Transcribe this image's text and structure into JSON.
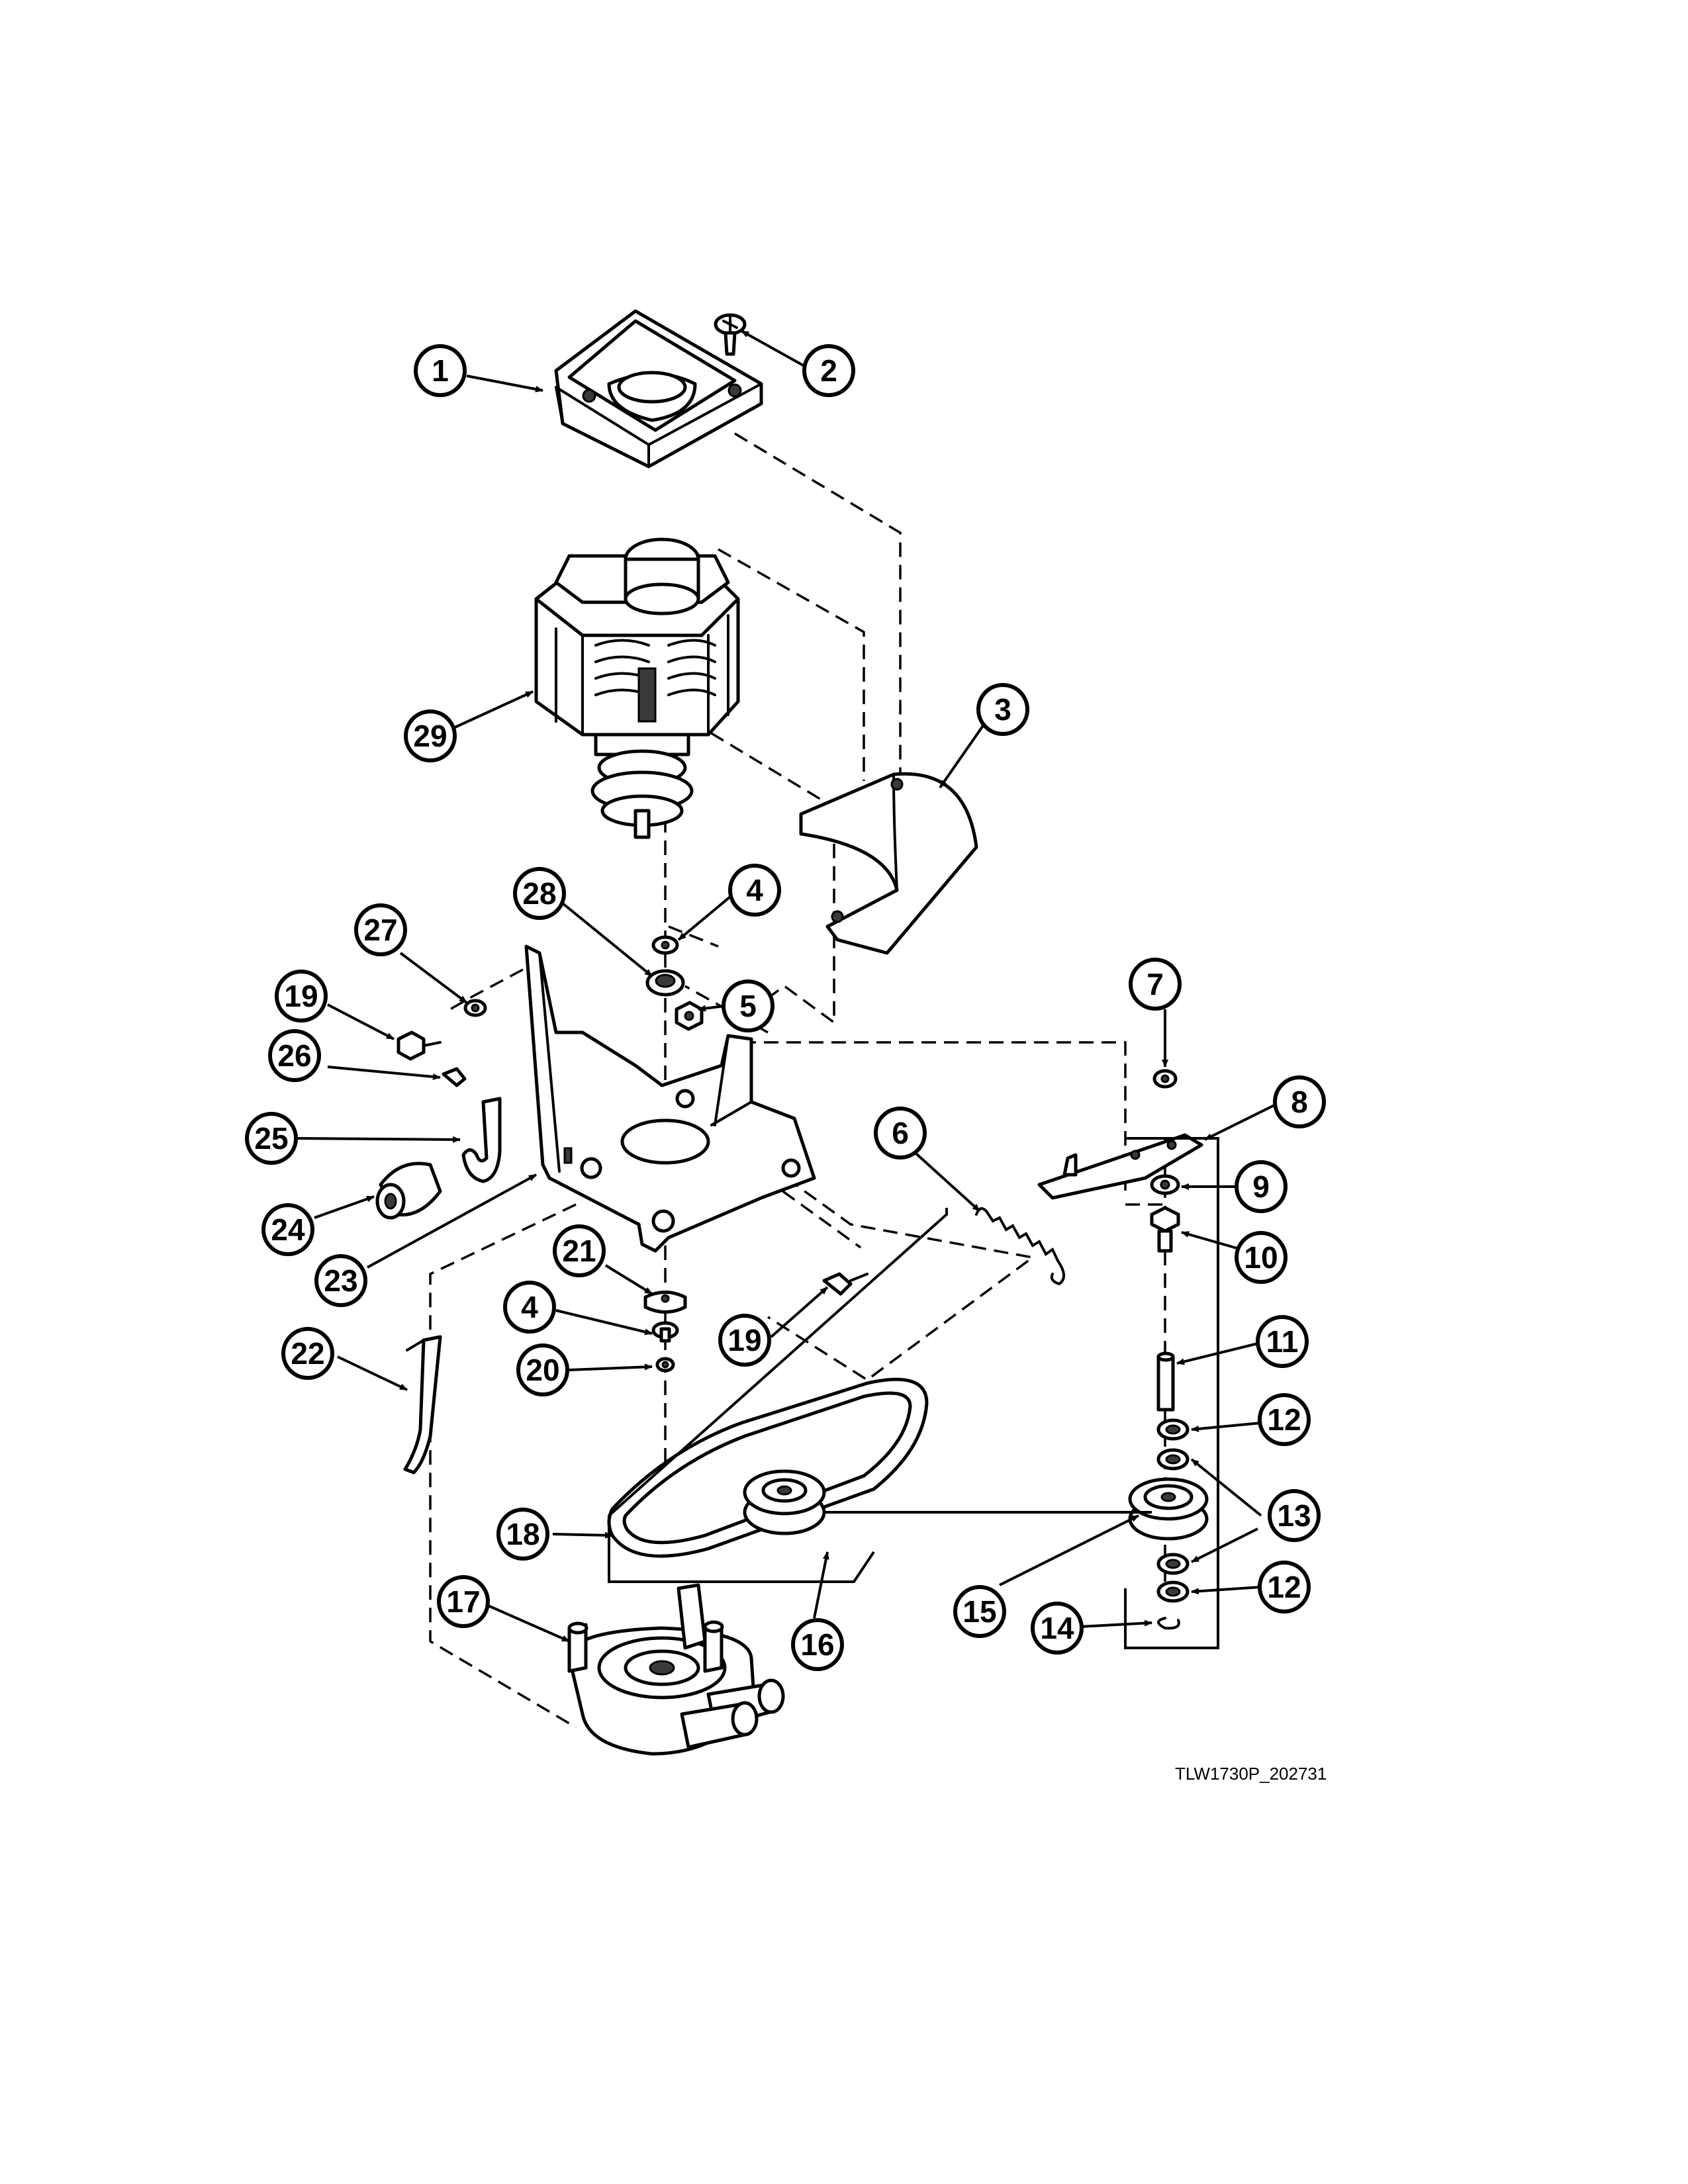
{
  "reference_code": "TLW1730P_202731",
  "callouts": [
    "1",
    "2",
    "3",
    "4",
    "5",
    "6",
    "7",
    "8",
    "9",
    "10",
    "11",
    "12",
    "13",
    "14",
    "15",
    "16",
    "17",
    "18",
    "19",
    "20",
    "21",
    "22",
    "23",
    "24",
    "25",
    "26",
    "27",
    "28",
    "29",
    "4",
    "19",
    "12",
    "13"
  ]
}
